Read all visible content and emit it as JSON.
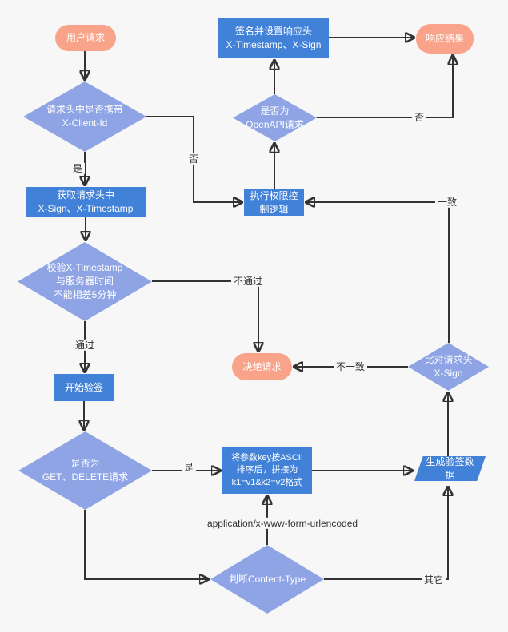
{
  "colors": {
    "background": "#f7f7f8",
    "process_fill": "#4281d8",
    "decision_fill": "#8fa4e5",
    "terminal_fill": "#f9a48a",
    "node_text": "#ffffff",
    "line": "#333333",
    "edge_label_text": "#333333"
  },
  "nodes": {
    "user_request": {
      "shape": "terminal",
      "label": "用户请求"
    },
    "check_client_id": {
      "shape": "decision",
      "label": "请求头中是否携带\nX-Client-Id"
    },
    "sign_response": {
      "shape": "process",
      "label": "签名并设置响应头\nX-Timestamp、X-Sign"
    },
    "response_result": {
      "shape": "terminal",
      "label": "响应结果"
    },
    "is_openapi": {
      "shape": "decision",
      "label": "是否为\nOpenAPI请求"
    },
    "get_headers": {
      "shape": "process",
      "label": "获取请求头中\nX-Sign、X-Timestamp"
    },
    "exec_permission": {
      "shape": "process",
      "label": "执行权限控\n制逻辑"
    },
    "verify_timestamp": {
      "shape": "decision",
      "label": "校验X-Timestamp\n与服务器时间\n不能相差5分钟"
    },
    "reject_request": {
      "shape": "terminal",
      "label": "决绝请求"
    },
    "compare_sign": {
      "shape": "decision",
      "label": "比对请求头\nX-Sign"
    },
    "start_verify": {
      "shape": "process",
      "label": "开始验签"
    },
    "is_get_delete": {
      "shape": "decision",
      "label": "是否为\nGET、DELETE请求"
    },
    "sort_params": {
      "shape": "process",
      "label": "将参数key按ASCII\n排序后，拼接为\nk1=v1&k2=v2格式"
    },
    "gen_verify_data": {
      "shape": "io",
      "label": "生成验签数\n据"
    },
    "judge_content_type": {
      "shape": "decision",
      "label": "判断Content-Type"
    }
  },
  "edge_labels": {
    "client_id_yes": "是",
    "client_id_no": "否",
    "openapi_no": "否",
    "timestamp_pass": "通过",
    "timestamp_fail": "不通过",
    "sign_match": "一致",
    "sign_mismatch": "不一致",
    "get_delete_yes": "是",
    "content_type_form": "application/x-www-form-urlencoded",
    "content_type_other": "其它"
  }
}
